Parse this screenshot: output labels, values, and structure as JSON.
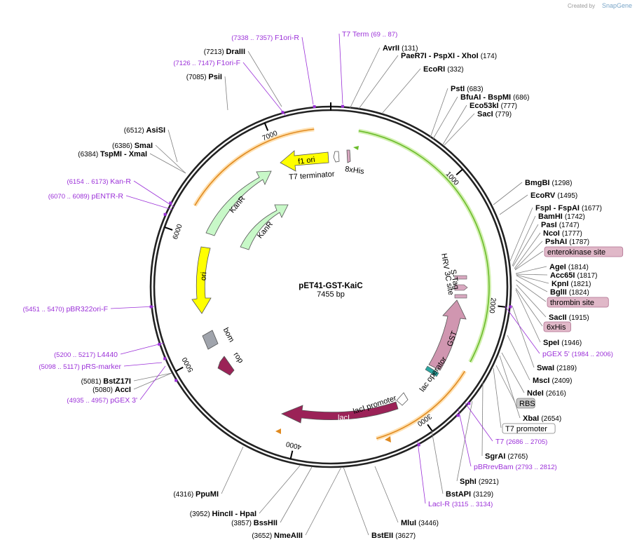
{
  "watermark": "Created by",
  "brand": "SnapGene",
  "plasmid": {
    "name": "pET41-GST-KaiC",
    "length": "7455 bp",
    "total_bp": 7455
  },
  "ticks": [
    {
      "label": "1000",
      "bp": 1000
    },
    {
      "label": "2000",
      "bp": 2000
    },
    {
      "label": "3000",
      "bp": 3000
    },
    {
      "label": "4000",
      "bp": 4000
    },
    {
      "label": "5000",
      "bp": 5000
    },
    {
      "label": "6000",
      "bp": 6000
    },
    {
      "label": "7000",
      "bp": 7000
    }
  ],
  "sites": [
    {
      "name": "AvrII",
      "pos": "(131)",
      "bp": 131
    },
    {
      "name": "PaeR7I  - PspXI  - XhoI",
      "pos": "(174)",
      "bp": 174
    },
    {
      "name": "EcoRI",
      "pos": "(332)",
      "bp": 332
    },
    {
      "name": "PstI",
      "pos": "(683)",
      "bp": 683
    },
    {
      "name": "BfuAI  - BspMI",
      "pos": "(686)",
      "bp": 686
    },
    {
      "name": "Eco53kI",
      "pos": "(777)",
      "bp": 777
    },
    {
      "name": "SacI",
      "pos": "(779)",
      "bp": 779
    },
    {
      "name": "BmgBI",
      "pos": "(1298)",
      "bp": 1298
    },
    {
      "name": "EcoRV",
      "pos": "(1495)",
      "bp": 1495
    },
    {
      "name": "FspI  - FspAI",
      "pos": "(1677)",
      "bp": 1677
    },
    {
      "name": "BamHI",
      "pos": "(1742)",
      "bp": 1742
    },
    {
      "name": "PasI",
      "pos": "(1747)",
      "bp": 1747
    },
    {
      "name": "NcoI",
      "pos": "(1777)",
      "bp": 1777
    },
    {
      "name": "PshAI",
      "pos": "(1787)",
      "bp": 1787
    },
    {
      "name": "AgeI",
      "pos": "(1814)",
      "bp": 1814
    },
    {
      "name": "Acc65I",
      "pos": "(1817)",
      "bp": 1817
    },
    {
      "name": "KpnI",
      "pos": "(1821)",
      "bp": 1821
    },
    {
      "name": "BglII",
      "pos": "(1824)",
      "bp": 1824
    },
    {
      "name": "SacII",
      "pos": "(1915)",
      "bp": 1915
    },
    {
      "name": "SpeI",
      "pos": "(1946)",
      "bp": 1946
    },
    {
      "name": "SwaI",
      "pos": "(2189)",
      "bp": 2189
    },
    {
      "name": "MscI",
      "pos": "(2409)",
      "bp": 2409
    },
    {
      "name": "NdeI",
      "pos": "(2616)",
      "bp": 2616
    },
    {
      "name": "XbaI",
      "pos": "(2654)",
      "bp": 2654
    },
    {
      "name": "SgrAI",
      "pos": "(2765)",
      "bp": 2765
    },
    {
      "name": "SphI",
      "pos": "(2921)",
      "bp": 2921
    },
    {
      "name": "BstAPI",
      "pos": "(3129)",
      "bp": 3129
    },
    {
      "name": "MluI",
      "pos": "(3446)",
      "bp": 3446
    },
    {
      "name": "BstEII",
      "pos": "(3627)",
      "bp": 3627
    },
    {
      "name": "NmeAIII",
      "pos": "(3652)",
      "bp": 3652
    },
    {
      "name": "BssHII",
      "pos": "(3857)",
      "bp": 3857
    },
    {
      "name": "HincII  - HpaI",
      "pos": "(3952)",
      "bp": 3952
    },
    {
      "name": "PpuMI",
      "pos": "(4316)",
      "bp": 4316
    },
    {
      "name": "AccI",
      "pos": "(5080)",
      "bp": 5080
    },
    {
      "name": "BstZ17I",
      "pos": "(5081)",
      "bp": 5081
    },
    {
      "name": "TspMI  - XmaI",
      "pos": "(6384)",
      "bp": 6384
    },
    {
      "name": "SmaI",
      "pos": "(6386)",
      "bp": 6386
    },
    {
      "name": "AsiSI",
      "pos": "(6512)",
      "bp": 6512
    },
    {
      "name": "PsiI",
      "pos": "(7085)",
      "bp": 7085
    },
    {
      "name": "DraIII",
      "pos": "(7213)",
      "bp": 7213
    }
  ],
  "primers": [
    {
      "name": "T7 Term",
      "range": "(69 .. 87)",
      "bp": 78
    },
    {
      "name": "pGEX 5'",
      "range": "(1984 .. 2006)",
      "bp": 1995
    },
    {
      "name": "T7",
      "range": "(2686 .. 2705)",
      "bp": 2695
    },
    {
      "name": "pBRrevBam",
      "range": "(2793 .. 2812)",
      "bp": 2802
    },
    {
      "name": "LacI-R",
      "range": "(3115 .. 3134)",
      "bp": 3124
    },
    {
      "name": "pGEX 3'",
      "range": "(4935 .. 4957)",
      "bp": 4946
    },
    {
      "name": "pRS-marker",
      "range": "(5098 .. 5117)",
      "bp": 5107
    },
    {
      "name": "L4440",
      "range": "(5200 .. 5217)",
      "bp": 5208
    },
    {
      "name": "pBR322ori-F",
      "range": "(5451 .. 5470)",
      "bp": 5460
    },
    {
      "name": "pENTR-R",
      "range": "(6070 .. 6089)",
      "bp": 6080
    },
    {
      "name": "Kan-R",
      "range": "(6154 .. 6173)",
      "bp": 6163
    },
    {
      "name": "F1ori-F",
      "range": "(7126 .. 7147)",
      "bp": 7136
    },
    {
      "name": "F1ori-R",
      "range": "(7338 .. 7357)",
      "bp": 7347
    }
  ],
  "boxed_features": [
    {
      "name": "enterokinase site",
      "bp": 1795,
      "fill": "#e0b8c8",
      "stroke": "#b07090"
    },
    {
      "name": "thrombin site",
      "bp": 1870,
      "fill": "#e0b8c8",
      "stroke": "#b07090"
    },
    {
      "name": "6xHis",
      "bp": 1925,
      "fill": "#e0b8c8",
      "stroke": "#b07090"
    },
    {
      "name": "RBS",
      "bp": 2640,
      "fill": "#c8c8c8",
      "stroke": "#808080"
    },
    {
      "name": "T7 promoter",
      "bp": 2672,
      "fill": "#ffffff",
      "stroke": "#808080"
    }
  ],
  "features": [
    {
      "name": "f1 ori",
      "color": "#ffff00"
    },
    {
      "name": "KanR",
      "color": "#c8f8c8"
    },
    {
      "name": "ori",
      "color": "#ffff00"
    },
    {
      "name": "bom",
      "color": "#a0a4ac"
    },
    {
      "name": "rop",
      "color": "#9b2257"
    },
    {
      "name": "lacI",
      "color": "#9b2257"
    },
    {
      "name": "GST",
      "color": "#d096b0"
    }
  ],
  "inner_labels": {
    "t7_terminator": "T7 terminator",
    "his8": "8xHis",
    "hrv": "HRV 3C site",
    "stag": "S-Tag",
    "lacI_promoter": "lacI promoter",
    "lac_operator": "lac operator"
  },
  "colors": {
    "primer": "#9b30d8",
    "green_arc": "#8cd43c",
    "orange_arc": "#f0a030"
  }
}
